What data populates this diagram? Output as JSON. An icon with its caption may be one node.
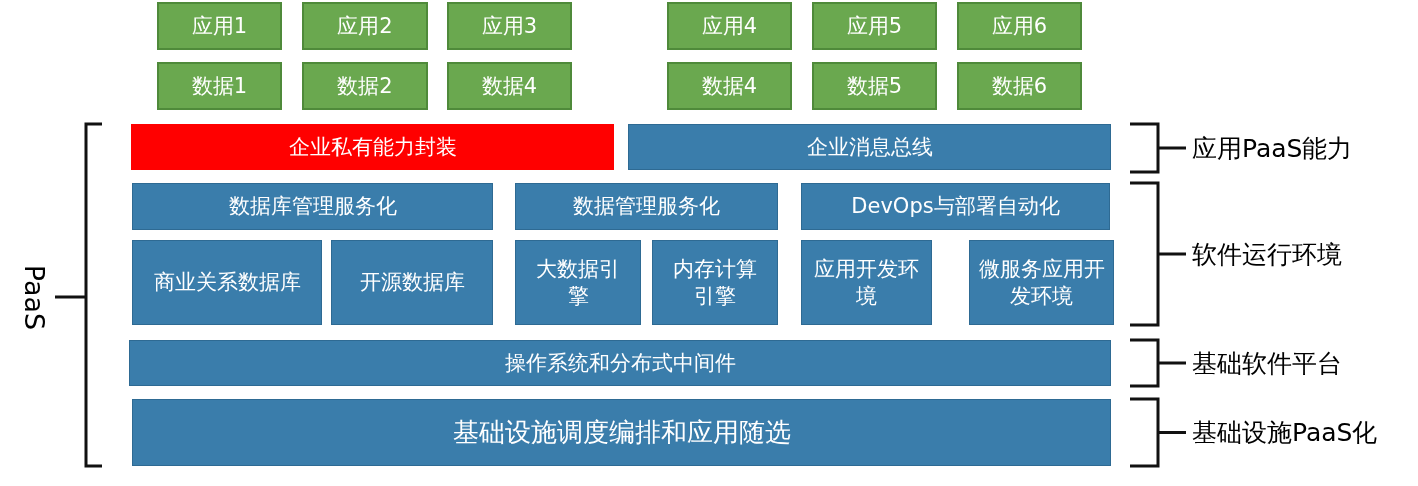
{
  "diagram": {
    "nodes": [
      {
        "text": [
          "应用1"
        ]
      },
      {
        "text": [
          "应用2"
        ]
      },
      {
        "text": [
          "应用3"
        ]
      },
      {
        "text": [
          "应用4"
        ]
      },
      {
        "text": [
          "应用5"
        ]
      },
      {
        "text": [
          "应用6"
        ]
      },
      {
        "text": [
          "数据1"
        ]
      },
      {
        "text": [
          "数据2"
        ]
      },
      {
        "text": [
          "数据4"
        ]
      },
      {
        "text": [
          "数据4"
        ]
      },
      {
        "text": [
          "数据5"
        ]
      },
      {
        "text": [
          "数据6"
        ]
      },
      {
        "text": [
          "企业私有能力封装"
        ]
      },
      {
        "text": [
          "企业消息总线"
        ]
      },
      {
        "text": [
          "数据库管理服务化"
        ]
      },
      {
        "text": [
          "数据管理服务化"
        ]
      },
      {
        "text": [
          "DevOps与部署自动化"
        ]
      },
      {
        "text": [
          "商业关系数据库"
        ]
      },
      {
        "text": [
          "开源数据库"
        ]
      },
      {
        "text": [
          "大数据引擎"
        ]
      },
      {
        "text": [
          "内存计算引擎"
        ]
      },
      {
        "text": [
          "应用开发环境"
        ]
      },
      {
        "text": [
          "微服务应用开发环境"
        ]
      },
      {
        "text": [
          "操作系统和分布式中间件"
        ]
      },
      {
        "text": [
          "基础设施调度编排和应用随选"
        ]
      }
    ],
    "labels": [
      "PaaS",
      "应用PaaS能力",
      "软件运行环境",
      "基础软件平台",
      "基础设施PaaS化"
    ]
  }
}
